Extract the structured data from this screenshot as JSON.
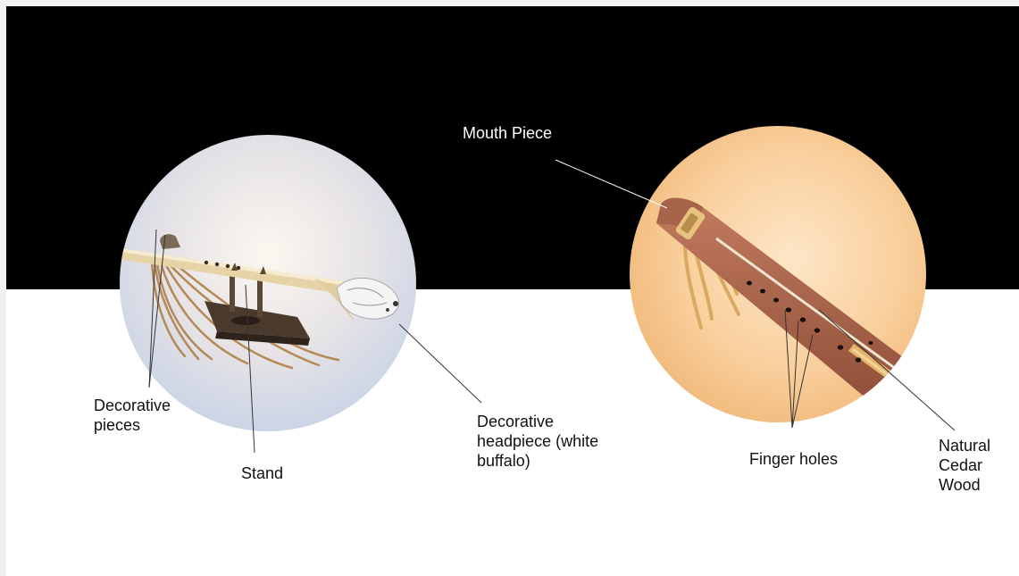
{
  "colors": {
    "band": "#000000",
    "background": "#ffffff",
    "top_label_text": "#ffffff",
    "label_text": "#111111",
    "leader_dark": "#333333",
    "leader_light": "#ffffff"
  },
  "left_photo": {
    "subject": "decorated flute resting on a wooden stand",
    "labels": {
      "decorative_pieces": "Decorative\npieces",
      "stand": "Stand",
      "headpiece": "Decorative\nheadpiece (white\nbuffalo)"
    }
  },
  "right_photo": {
    "subject": "close-up of cedar flute with finger holes",
    "labels": {
      "mouth_piece": "Mouth Piece",
      "finger_holes": "Finger holes",
      "cedar": "Natural\nCedar\nWood"
    }
  }
}
